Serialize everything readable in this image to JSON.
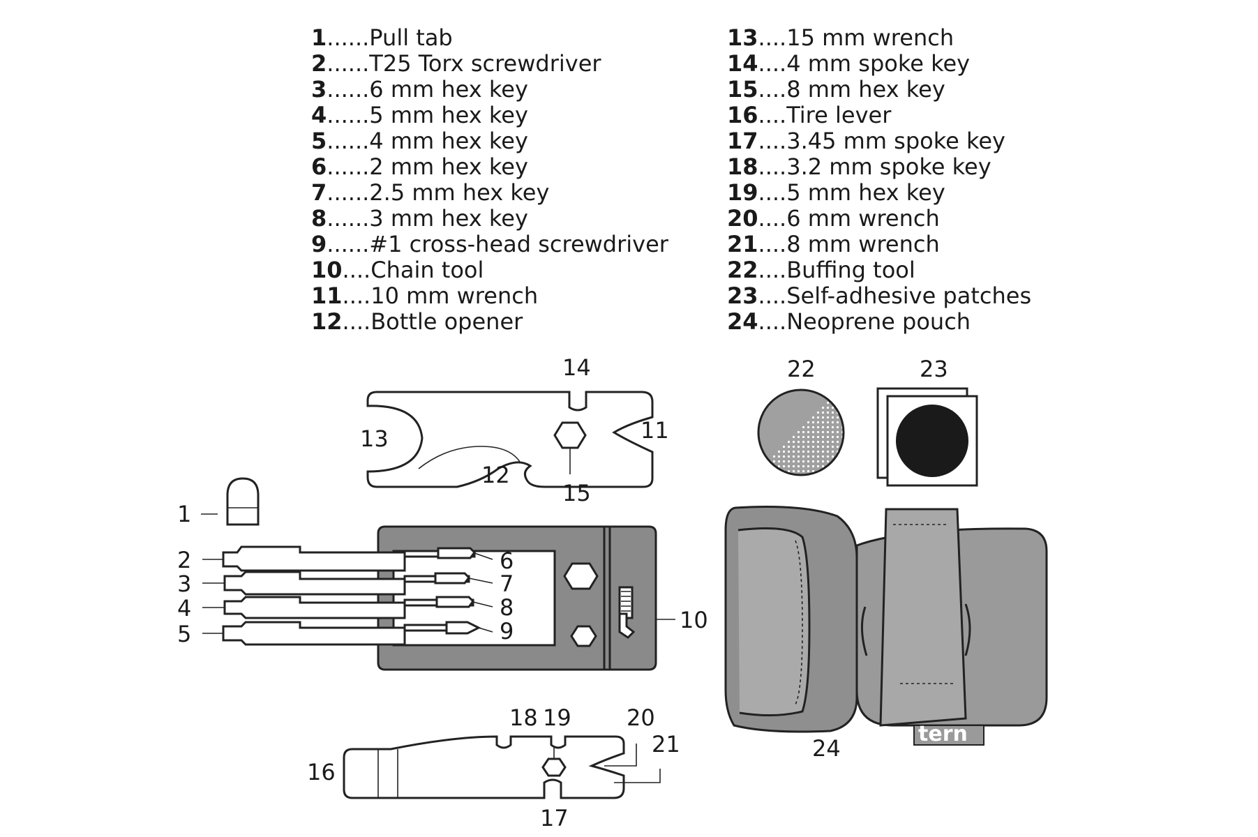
{
  "legend_left": [
    {
      "num": "1",
      "sep": "......",
      "label": "Pull tab"
    },
    {
      "num": "2",
      "sep": "......",
      "label": "T25 Torx screwdriver"
    },
    {
      "num": "3",
      "sep": "......",
      "label": "6 mm hex key"
    },
    {
      "num": "4",
      "sep": "......",
      "label": "5 mm hex key"
    },
    {
      "num": "5",
      "sep": "......",
      "label": "4 mm hex key"
    },
    {
      "num": "6",
      "sep": "......",
      "label": "2 mm hex key"
    },
    {
      "num": "7",
      "sep": "......",
      "label": "2.5 mm hex key"
    },
    {
      "num": "8",
      "sep": "......",
      "label": "3 mm hex key"
    },
    {
      "num": "9",
      "sep": "......",
      "label": "#1 cross-head screwdriver"
    },
    {
      "num": "10",
      "sep": "....",
      "label": "Chain tool"
    },
    {
      "num": "11",
      "sep": "....",
      "label": "10 mm wrench"
    },
    {
      "num": "12",
      "sep": "....",
      "label": "Bottle opener"
    }
  ],
  "legend_right": [
    {
      "num": "13",
      "sep": "....",
      "label": "15 mm wrench"
    },
    {
      "num": "14",
      "sep": "....",
      "label": "4 mm spoke key"
    },
    {
      "num": "15",
      "sep": "....",
      "label": "8 mm hex key"
    },
    {
      "num": "16",
      "sep": "....",
      "label": "Tire lever"
    },
    {
      "num": "17",
      "sep": "....",
      "label": "3.45 mm spoke key"
    },
    {
      "num": "18",
      "sep": "....",
      "label": "3.2 mm spoke key"
    },
    {
      "num": "19",
      "sep": "....",
      "label": "5 mm hex key"
    },
    {
      "num": "20",
      "sep": "....",
      "label": "6 mm wrench"
    },
    {
      "num": "21",
      "sep": "....",
      "label": "8 mm wrench"
    },
    {
      "num": "22",
      "sep": "....",
      "label": "Buffing tool"
    },
    {
      "num": "23",
      "sep": "....",
      "label": "Self-adhesive patches"
    },
    {
      "num": "24",
      "sep": "....",
      "label": "Neoprene pouch"
    }
  ],
  "callouts": {
    "c1": "1",
    "c2": "2",
    "c3": "3",
    "c4": "4",
    "c5": "5",
    "c6": "6",
    "c7": "7",
    "c8": "8",
    "c9": "9",
    "c10": "10",
    "c11": "11",
    "c12": "12",
    "c13": "13",
    "c14": "14",
    "c15": "15",
    "c16": "16",
    "c17": "17",
    "c18": "18",
    "c19": "19",
    "c20": "20",
    "c21": "21",
    "c22": "22",
    "c23": "23",
    "c24": "24"
  },
  "pouch_logo": "tern",
  "colors": {
    "outline": "#222222",
    "tool_body": "#8a8a8a",
    "pouch": "#9a9a9a",
    "patch": "#1a1a1a"
  }
}
